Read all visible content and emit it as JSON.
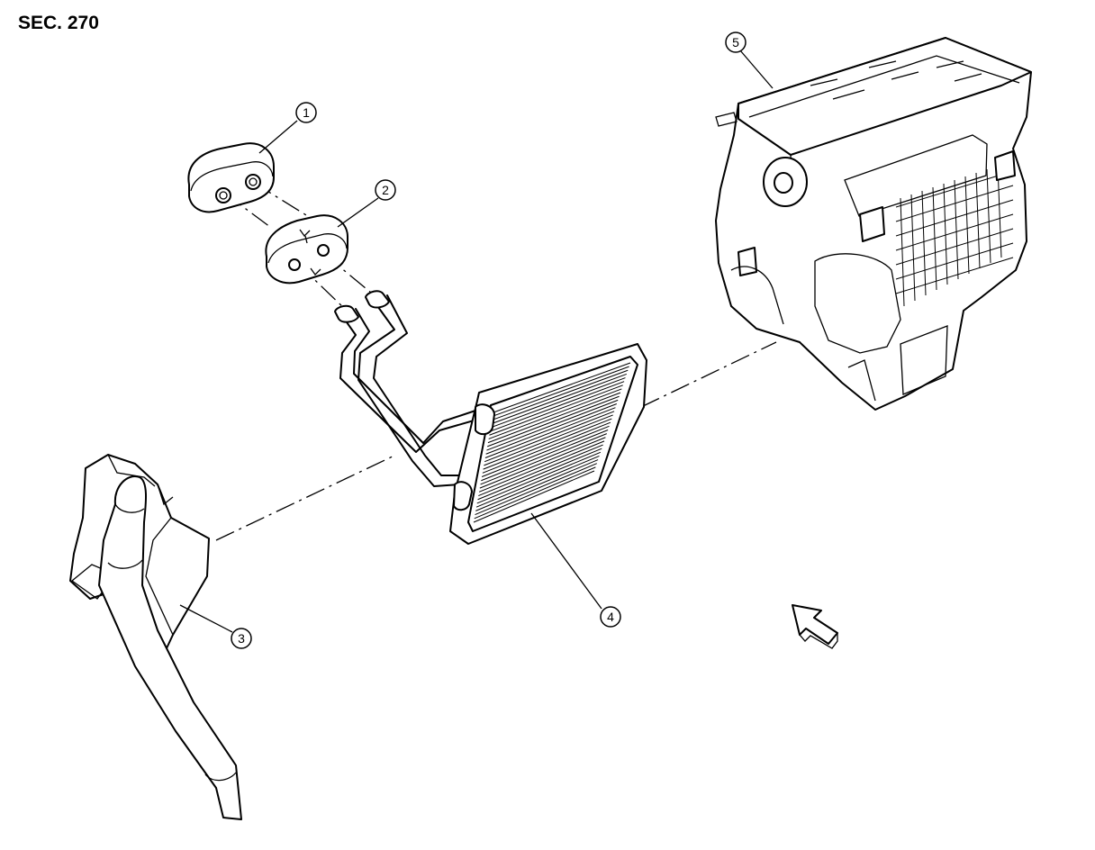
{
  "section_label": "SEC. 270",
  "callouts": [
    {
      "number": "1"
    },
    {
      "number": "2"
    },
    {
      "number": "3"
    },
    {
      "number": "4"
    },
    {
      "number": "5"
    }
  ]
}
